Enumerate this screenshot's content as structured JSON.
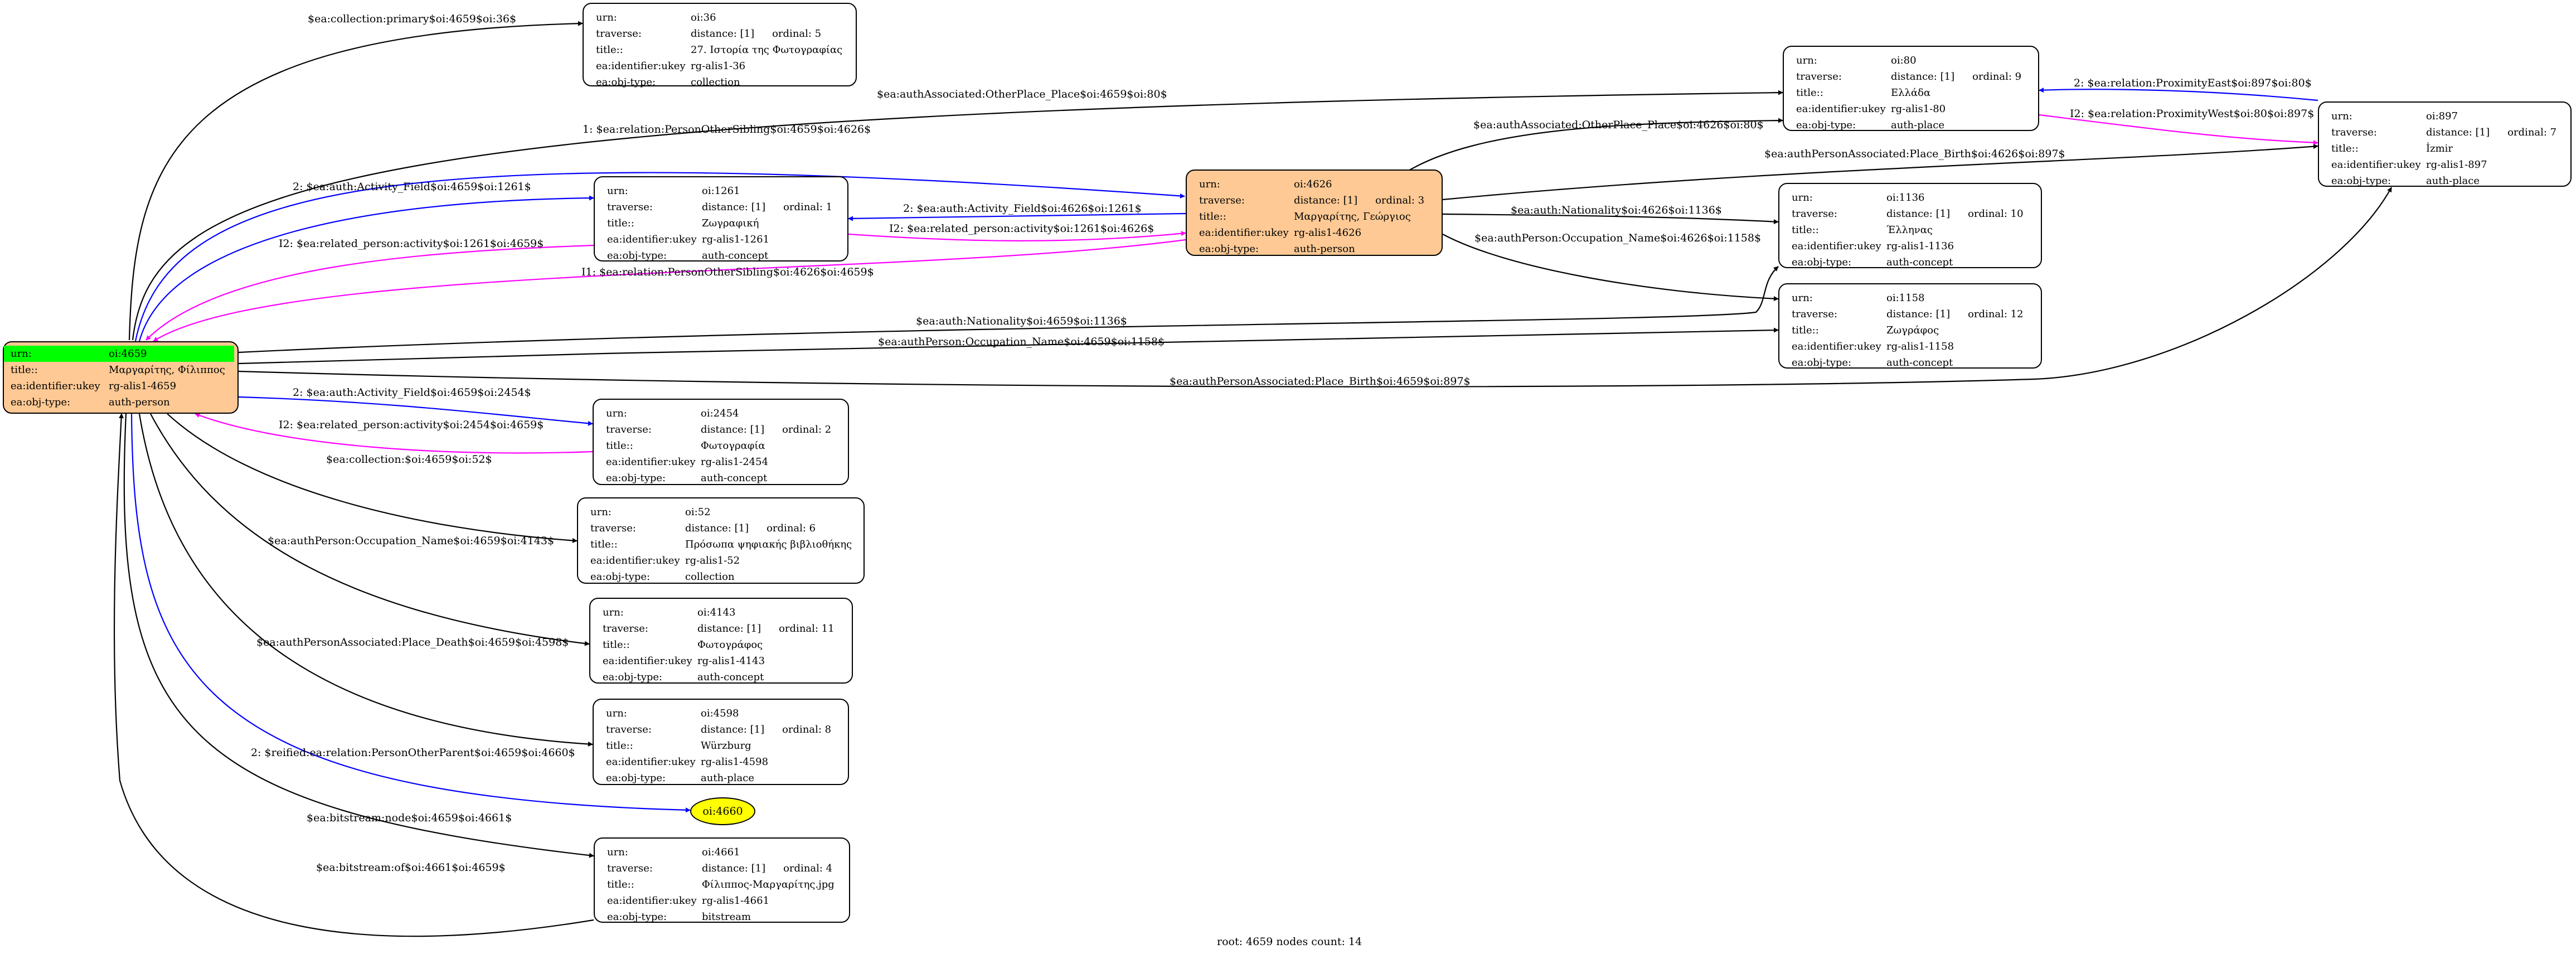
{
  "labels": {
    "urn": "urn:",
    "traverse": "traverse:",
    "title": "title::",
    "identifier": "ea:identifier:ukey",
    "objtype": "ea:obj-type:"
  },
  "nodes": {
    "n4659": {
      "urn": "oi:4659",
      "title": "Μαργαρίτης, Φίλιππος",
      "ukey": "rg-alis1-4659",
      "type": "auth-person"
    },
    "n36": {
      "urn": "oi:36",
      "distance": "distance: [1]",
      "ordinal": "ordinal: 5",
      "title": "27. Ιστορία της Φωτογραφίας",
      "ukey": "rg-alis1-36",
      "type": "collection"
    },
    "n80": {
      "urn": "oi:80",
      "distance": "distance: [1]",
      "ordinal": "ordinal: 9",
      "title": "Ελλάδα",
      "ukey": "rg-alis1-80",
      "type": "auth-place"
    },
    "n897": {
      "urn": "oi:897",
      "distance": "distance: [1]",
      "ordinal": "ordinal: 7",
      "title": "İzmir",
      "ukey": "rg-alis1-897",
      "type": "auth-place"
    },
    "n1261": {
      "urn": "oi:1261",
      "distance": "distance: [1]",
      "ordinal": "ordinal: 1",
      "title": "Ζωγραφική",
      "ukey": "rg-alis1-1261",
      "type": "auth-concept"
    },
    "n4626": {
      "urn": "oi:4626",
      "distance": "distance: [1]",
      "ordinal": "ordinal: 3",
      "title": "Μαργαρίτης, Γεώργιος",
      "ukey": "rg-alis1-4626",
      "type": "auth-person"
    },
    "n1136": {
      "urn": "oi:1136",
      "distance": "distance: [1]",
      "ordinal": "ordinal: 10",
      "title": "Έλληνας",
      "ukey": "rg-alis1-1136",
      "type": "auth-concept"
    },
    "n1158": {
      "urn": "oi:1158",
      "distance": "distance: [1]",
      "ordinal": "ordinal: 12",
      "title": "Ζωγράφος",
      "ukey": "rg-alis1-1158",
      "type": "auth-concept"
    },
    "n2454": {
      "urn": "oi:2454",
      "distance": "distance: [1]",
      "ordinal": "ordinal: 2",
      "title": "Φωτογραφία",
      "ukey": "rg-alis1-2454",
      "type": "auth-concept"
    },
    "n52": {
      "urn": "oi:52",
      "distance": "distance: [1]",
      "ordinal": "ordinal: 6",
      "title": "Πρόσωπα ψηφιακής βιβλιοθήκης",
      "ukey": "rg-alis1-52",
      "type": "collection"
    },
    "n4143": {
      "urn": "oi:4143",
      "distance": "distance: [1]",
      "ordinal": "ordinal: 11",
      "title": "Φωτογράφος",
      "ukey": "rg-alis1-4143",
      "type": "auth-concept"
    },
    "n4598": {
      "urn": "oi:4598",
      "distance": "distance: [1]",
      "ordinal": "ordinal: 8",
      "title": "Würzburg",
      "ukey": "rg-alis1-4598",
      "type": "auth-place"
    },
    "n4661": {
      "urn": "oi:4661",
      "distance": "distance: [1]",
      "ordinal": "ordinal: 4",
      "title": "Φίλιππος-Μαργαρίτης.jpg",
      "ukey": "rg-alis1-4661",
      "type": "bitstream"
    },
    "n4660": {
      "label": "oi:4660"
    }
  },
  "edge_labels": {
    "e1": "$ea:collection:primary$oi:4659$oi:36$",
    "e2": "$ea:authAssociated:OtherPlace_Place$oi:4659$oi:80$",
    "e3": "1: $ea:relation:PersonOtherSibling$oi:4659$oi:4626$",
    "e4": "2: $ea:auth:Activity_Field$oi:4659$oi:1261$",
    "e5": "I2: $ea:related_person:activity$oi:1261$oi:4659$",
    "e6": "2: $ea:auth:Activity_Field$oi:4626$oi:1261$",
    "e7": "I2: $ea:related_person:activity$oi:1261$oi:4626$",
    "e8": "I1: $ea:relation:PersonOtherSibling$oi:4626$oi:4659$",
    "e9": "$ea:authAssociated:OtherPlace_Place$oi:4626$oi:80$",
    "e10": "$ea:authPersonAssociated:Place_Birth$oi:4626$oi:897$",
    "e11": "$ea:auth:Nationality$oi:4626$oi:1136$",
    "e12": "$ea:authPerson:Occupation_Name$oi:4626$oi:1158$",
    "e13": "2: $ea:relation:ProximityEast$oi:897$oi:80$",
    "e14": "I2: $ea:relation:ProximityWest$oi:80$oi:897$",
    "e15": "$ea:auth:Nationality$oi:4659$oi:1136$",
    "e16": "$ea:authPerson:Occupation_Name$oi:4659$oi:1158$",
    "e17": "$ea:authPersonAssociated:Place_Birth$oi:4659$oi:897$",
    "e18": "2: $ea:auth:Activity_Field$oi:4659$oi:2454$",
    "e19": "I2: $ea:related_person:activity$oi:2454$oi:4659$",
    "e20": "$ea:collection:$oi:4659$oi:52$",
    "e21": "$ea:authPerson:Occupation_Name$oi:4659$oi:4143$",
    "e22": "$ea:authPersonAssociated:Place_Death$oi:4659$oi:4598$",
    "e23": "2: $reified:ea:relation:PersonOtherParent$oi:4659$oi:4660$",
    "e24": "$ea:bitstream:node$oi:4659$oi:4661$",
    "e25": "$ea:bitstream:of$oi:4661$oi:4659$"
  },
  "colors": {
    "black": "#000000",
    "blue": "#0000ff",
    "magenta": "#ff00ff",
    "highlight": "#fec994",
    "root_urn": "#00ff00",
    "ellipse": "#ffff00"
  },
  "footer": "root: 4659 nodes count: 14"
}
